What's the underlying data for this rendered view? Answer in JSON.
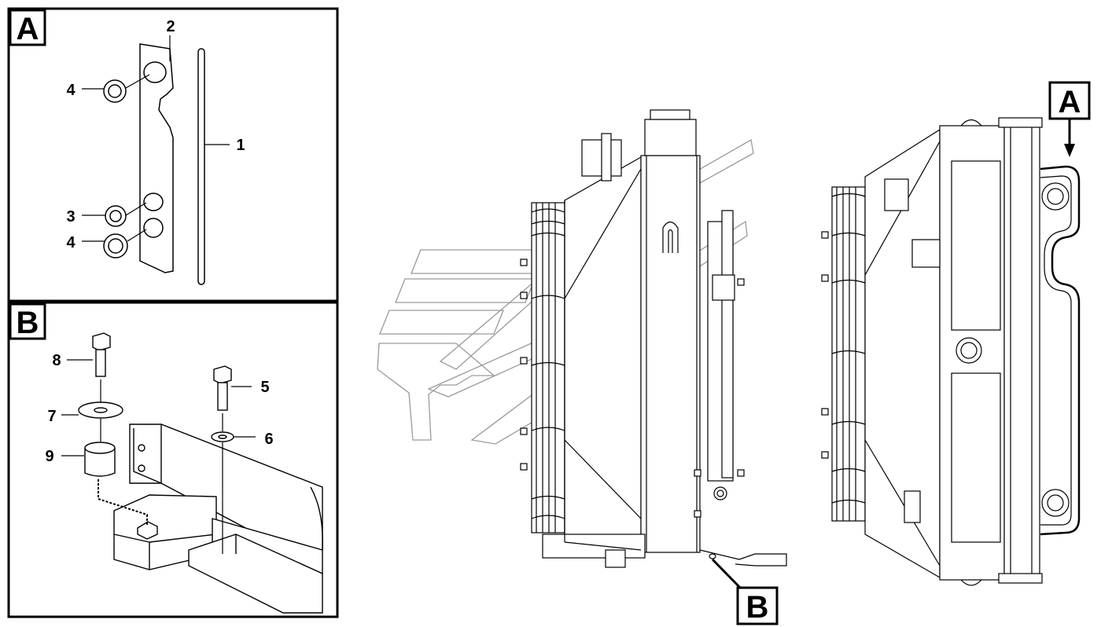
{
  "detail_a": {
    "label": "A"
  },
  "detail_b": {
    "label": "B"
  },
  "callout_a": {
    "label": "A"
  },
  "callout_b": {
    "label": "B"
  },
  "item_numbers": {
    "n1": "1",
    "n2": "2",
    "n3": "3",
    "n4_top": "4",
    "n4_bottom": "4",
    "n5": "5",
    "n6": "6",
    "n7": "7",
    "n8": "8",
    "n9": "9"
  },
  "colors": {
    "line": "#000000",
    "watermark": "#9a9a9a",
    "background": "#ffffff"
  }
}
